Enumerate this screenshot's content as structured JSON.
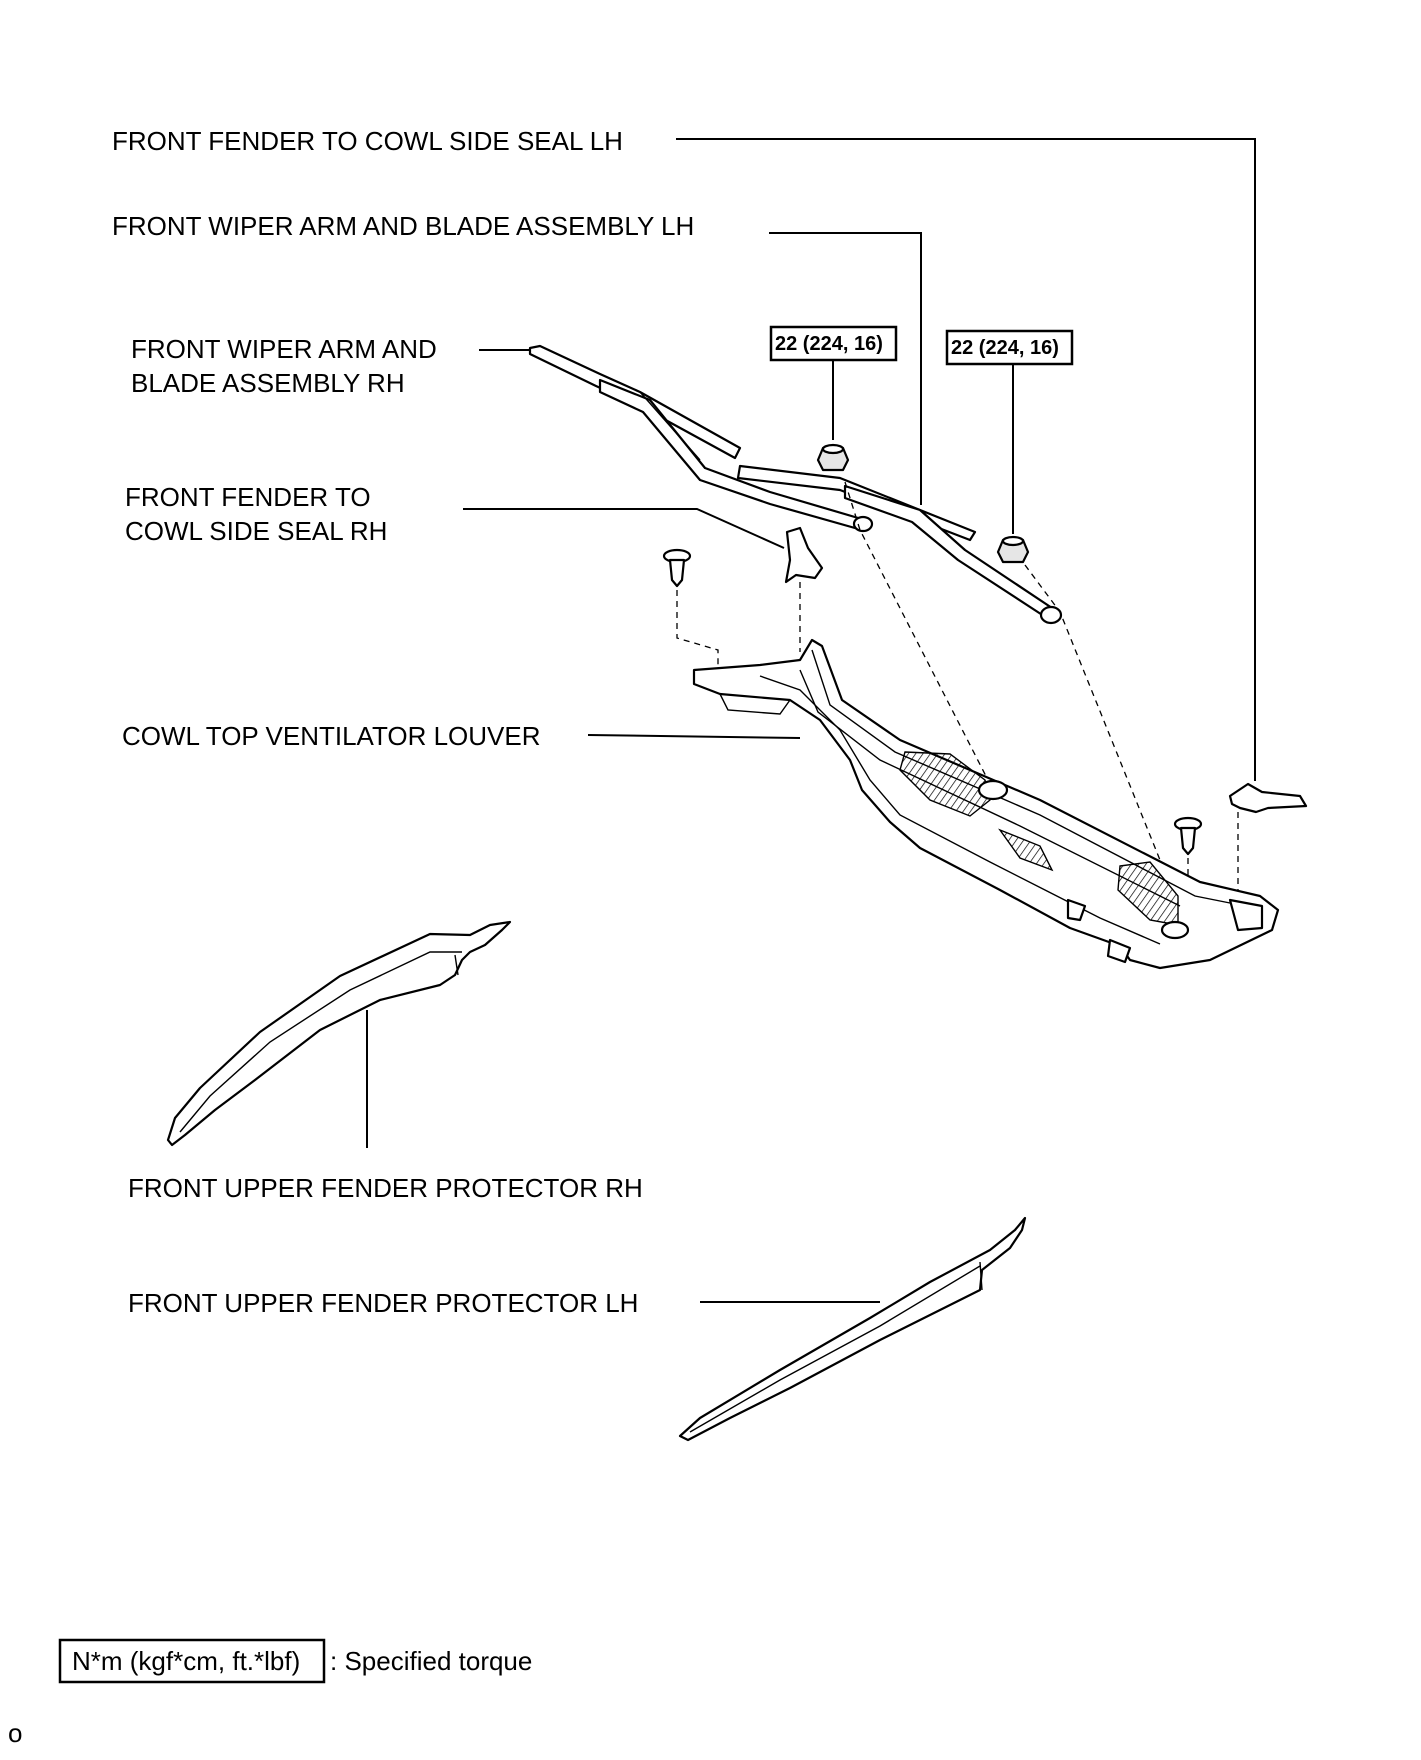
{
  "labels": {
    "seal_lh": "FRONT FENDER TO COWL SIDE SEAL LH",
    "wiper_lh": "FRONT WIPER ARM AND BLADE ASSEMBLY LH",
    "wiper_rh_line1": "FRONT WIPER ARM AND",
    "wiper_rh_line2": "BLADE ASSEMBLY RH",
    "seal_rh_line1": "FRONT FENDER TO",
    "seal_rh_line2": "COWL SIDE SEAL RH",
    "louver": "COWL TOP VENTILATOR LOUVER",
    "protector_rh": "FRONT UPPER FENDER PROTECTOR RH",
    "protector_lh": "FRONT UPPER FENDER PROTECTOR LH"
  },
  "torque": {
    "left": "22 (224, 16)",
    "right": "22 (224, 16)"
  },
  "legend": {
    "unit_box": "N*m (kgf*cm, ft.*lbf)",
    "description": ": Specified torque"
  },
  "footer": {
    "page_mark": "o"
  }
}
